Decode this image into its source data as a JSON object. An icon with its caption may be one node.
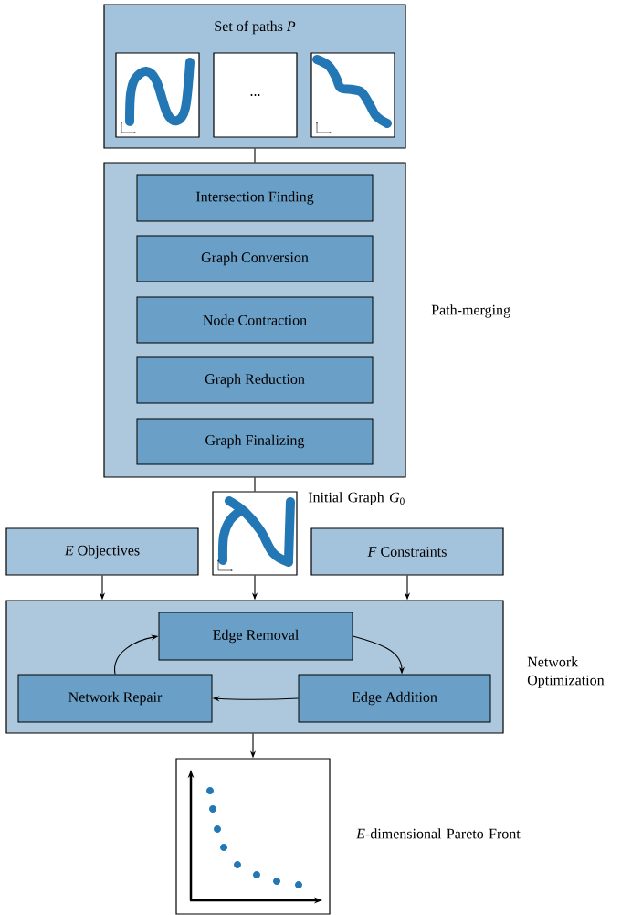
{
  "diagram": {
    "nodes": [
      {
        "text": [
          "Set of paths *P*"
        ]
      },
      {
        "text": [],
        "shape": "picture",
        "in": 0
      },
      {
        "text": [
          "..."
        ],
        "in": 0
      },
      {
        "text": [],
        "shape": "picture",
        "in": 0
      },
      {
        "text": [],
        "shape": "box",
        "beside": [
          "Path-merging"
        ]
      },
      {
        "text": [
          "Intersection Finding"
        ],
        "in": 4
      },
      {
        "text": [
          "Graph Conversion"
        ],
        "in": 4
      },
      {
        "text": [
          "Node Contraction"
        ],
        "in": 4
      },
      {
        "text": [
          "Graph Reduction"
        ],
        "in": 4
      },
      {
        "text": [
          "Graph Finalizing"
        ],
        "in": 4
      },
      {
        "text": [],
        "shape": "picture",
        "beside": [
          "Initial Graph *G*$_{0}$"
        ]
      },
      {
        "text": [
          "*E* Objectives"
        ]
      },
      {
        "text": [
          "*F* Constraints"
        ]
      },
      {
        "text": [],
        "shape": "box",
        "beside": [
          "Network Optimization"
        ]
      },
      {
        "text": [
          "Edge Removal"
        ],
        "in": 13
      },
      {
        "text": [
          "Network Repair"
        ],
        "in": 13
      },
      {
        "text": [
          "Edge Addition"
        ],
        "in": 13
      },
      {
        "text": [],
        "shape": "picture",
        "beside": [
          "*E*-dimensional Pareto Front"
        ]
      }
    ],
    "edges": [
      {
        "from": 0,
        "to": 4,
        "arrow": "none"
      },
      {
        "from": 4,
        "to": 10,
        "arrow": "none"
      },
      {
        "from": 11,
        "to": 13,
        "arrow": "to"
      },
      {
        "from": 10,
        "to": 13,
        "arrow": "to"
      },
      {
        "from": 12,
        "to": 13,
        "arrow": "to"
      },
      {
        "from": 14,
        "to": 16,
        "arrow": "to"
      },
      {
        "from": 16,
        "to": 15,
        "arrow": "to"
      },
      {
        "from": 15,
        "to": 14,
        "arrow": "to"
      },
      {
        "from": 13,
        "to": 17,
        "arrow": "to"
      }
    ]
  }
}
